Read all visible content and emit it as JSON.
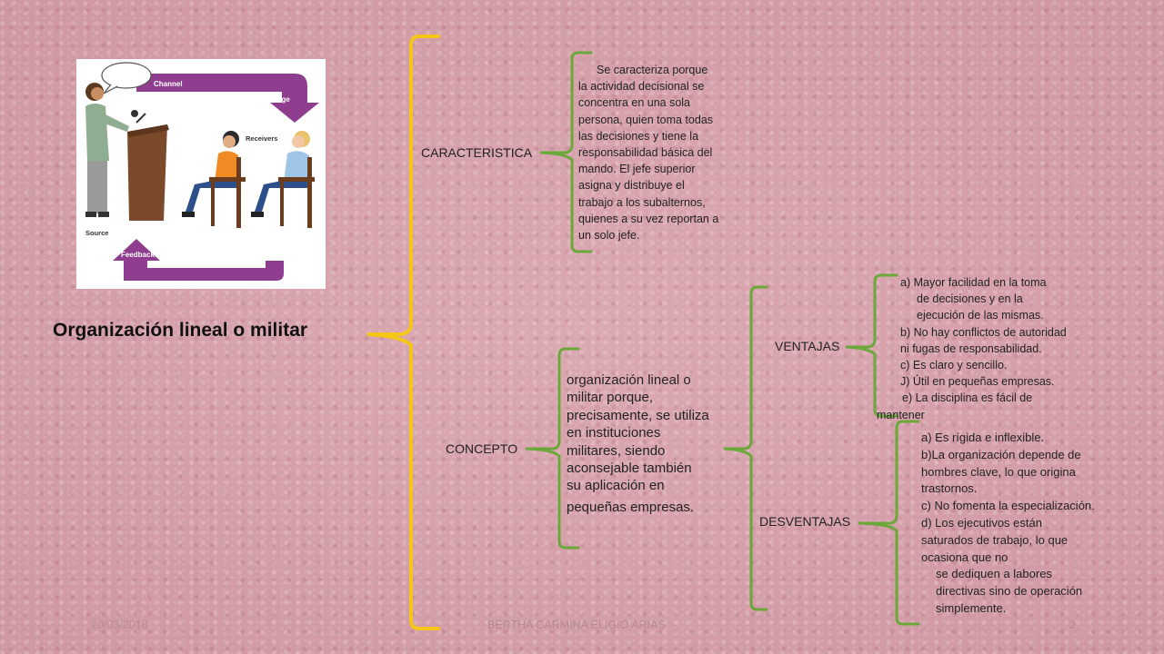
{
  "photo": {
    "labels": {
      "channel": "Channel",
      "message": "Message",
      "receivers": "Receivers",
      "source": "Source",
      "feedback": "Feedback"
    }
  },
  "title": "Organización lineal o militar",
  "caracteristica": {
    "label": "CARACTERISTICA",
    "text_lines": [
      "Se caracteriza porque",
      "la actividad decisional se",
      "concentra en una sola",
      "persona, quien toma todas",
      "las decisiones y tiene la",
      "responsabilidad básica del",
      "mando. El jefe superior",
      "asigna y distribuye el",
      "trabajo a los subalternos,",
      "quienes a su vez reportan a",
      "un solo jefe."
    ]
  },
  "concepto": {
    "label": "CONCEPTO",
    "text_lines": [
      "organización lineal o",
      "militar porque,",
      "precisamente, se   utiliza",
      "en   instituciones",
      "militares,   siendo",
      "aconsejable  también",
      "su aplicación en",
      "pequeñas empresas."
    ],
    "ventajas": {
      "label": "VENTAJAS",
      "items": [
        "a) Mayor  facilidad  en  la  toma",
        "de  decisiones  y  en  la",
        "ejecución  de  las mismas.",
        "b) No hay conflictos de autoridad",
        "ni fugas de responsabilidad.",
        "c) Es claro y sencillo.",
        "J) Útil en pequeñas empresas.",
        "e) La disciplina es fácil de",
        "mantener"
      ]
    },
    "desventajas": {
      "label": "DESVENTAJAS",
      "items": [
        "a) Es rígida e inflexible.",
        "b)La organización  depende de",
        "hombres clave, lo que origina",
        "trastornos.",
        "c) No fomenta la especialización.",
        "d) Los   ejecutivos  están",
        "saturados  de  trabajo,  lo  que",
        "ocasiona  que  no",
        "se dediquen a labores",
        "directivas sino de operación",
        "simplemente."
      ]
    }
  },
  "footer": {
    "date": "20/03/2018",
    "author": "BERTHA CARMINA ELIGIO ARIAS",
    "page": "2"
  },
  "colors": {
    "main_bracket": "#f5c518",
    "sub_bracket": "#6aa83a",
    "photo_purple": "#8e3d8f"
  }
}
